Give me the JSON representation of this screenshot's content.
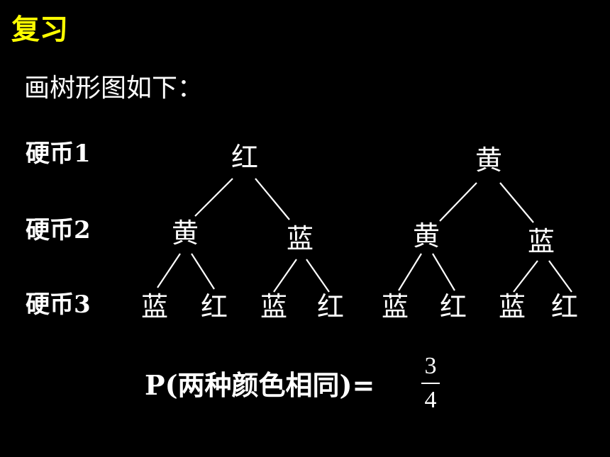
{
  "title": "复习",
  "intro": "画树形图如下：",
  "labels": {
    "coin1": "硬币1",
    "coin2": "硬币2",
    "coin3": "硬币3"
  },
  "tree": {
    "level1": [
      "红",
      "黄"
    ],
    "level2": [
      "黄",
      "蓝",
      "黄",
      "蓝"
    ],
    "level3": [
      "蓝",
      "红",
      "蓝",
      "红",
      "蓝",
      "红",
      "蓝",
      "红"
    ]
  },
  "formula": {
    "text": "P(两种颜色相同)=",
    "numerator": "3",
    "denominator": "4"
  },
  "colors": {
    "background": "#000000",
    "title": "#ffff00",
    "text": "#ffffff"
  }
}
